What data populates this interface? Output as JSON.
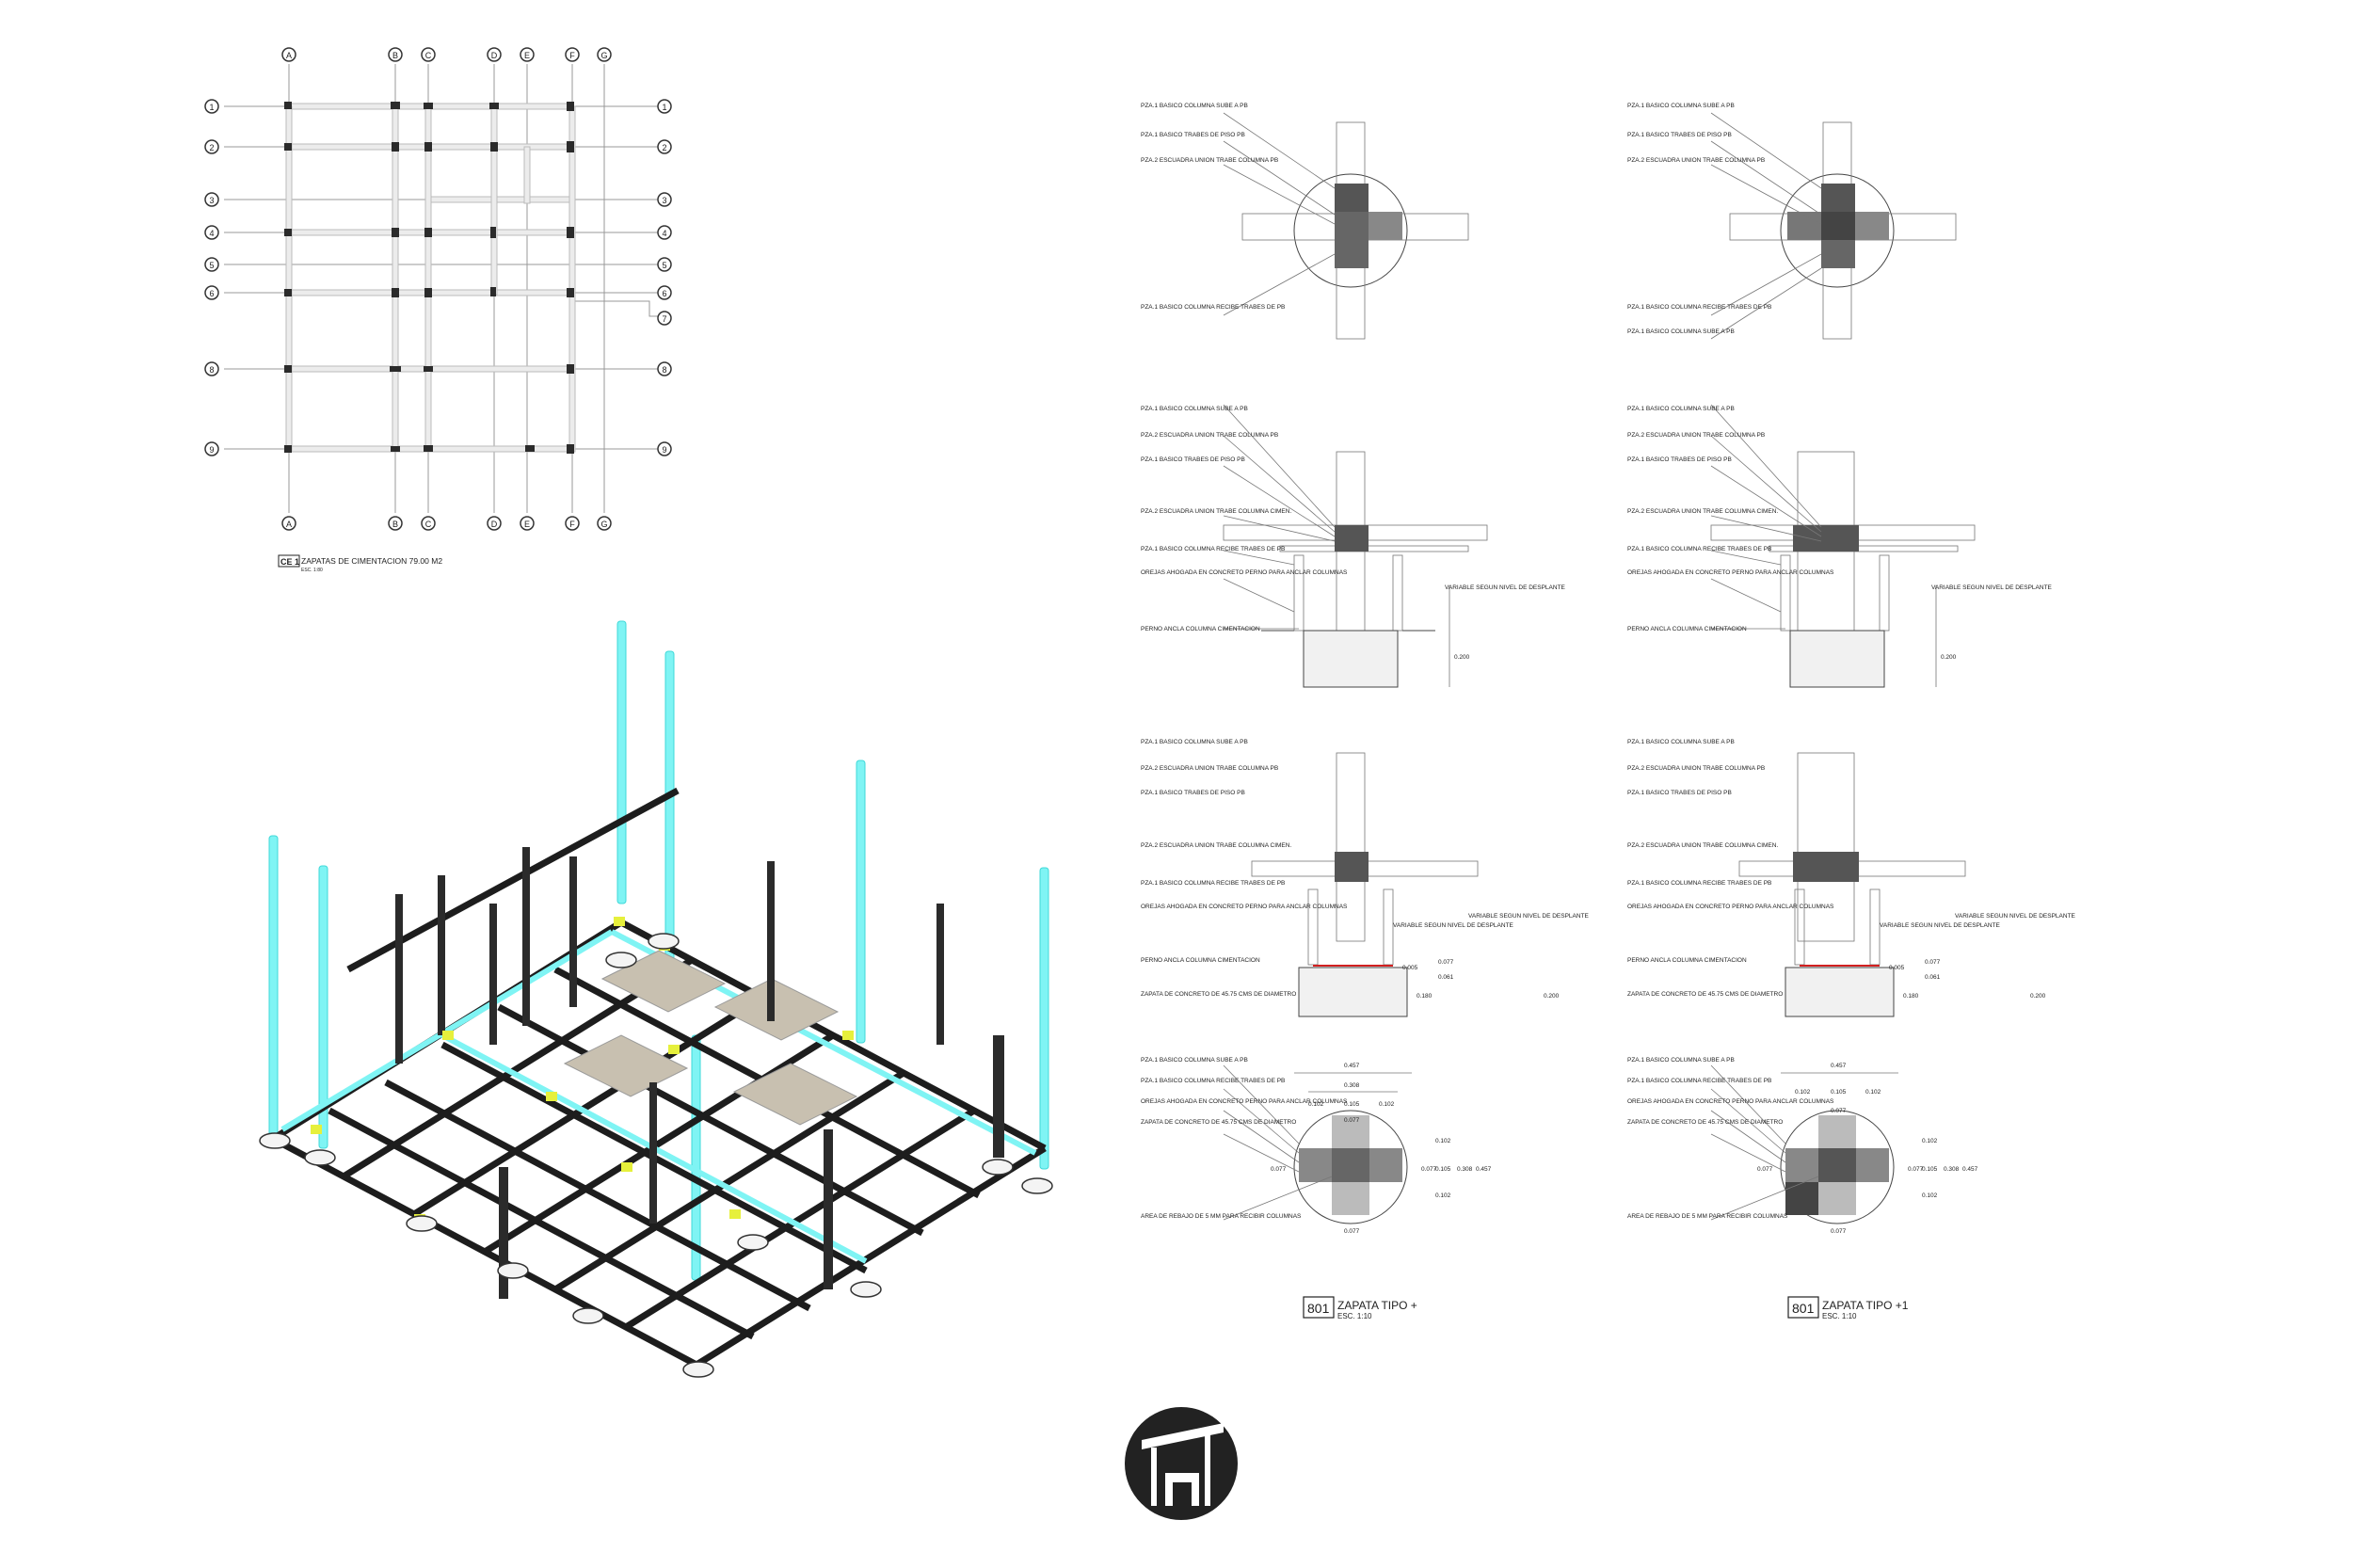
{
  "plan": {
    "grid_cols": [
      "A",
      "B",
      "C",
      "D",
      "E",
      "F",
      "G"
    ],
    "grid_rows_left": [
      "1",
      "2",
      "3",
      "4",
      "5",
      "6",
      "8",
      "9"
    ],
    "grid_rows_right": [
      "1",
      "2",
      "3",
      "4",
      "5",
      "6",
      "7",
      "8",
      "9"
    ],
    "title_code": "CE 1",
    "title": "ZAPATAS DE CIMENTACION 79.00 M2",
    "scale": "ESC. 1:80"
  },
  "labels": {
    "sube": "PZA.1  BASICO COLUMNA SUBE A PB",
    "trabes_piso": "PZA.1  BASICO TRABES DE PISO PB",
    "escuadra_pb": "PZA.2  ESCUADRA UNION TRABE COLUMNA PB",
    "recibe": "PZA.1  BASICO COLUMNA RECIBE TRABES DE PB",
    "escuadra_cimen": "PZA.2  ESCUADRA UNION TRABE COLUMNA CIMEN.",
    "orejas": "OREJAS AHOGADA EN CONCRETO PERNO PARA ANCLAR COLUMNAS",
    "perno": "PERNO ANCLA COLUMNA CIMENTACION",
    "zapata": "ZAPATA DE CONCRETO DE 45.75 CMS DE DIAMETRO",
    "area": "AREA DE REBAJO DE 5 MM PARA RECIBIR COLUMNAS",
    "variable": "VARIABLE SEGUN NIVEL DE DESPLANTE"
  },
  "dims": {
    "d200": "0.200",
    "d005": "0.005",
    "d077": "0.077",
    "d061": "0.061",
    "d180": "0.180",
    "d457": "0.457",
    "d308": "0.308",
    "d102": "0.102",
    "d105": "0.105"
  },
  "details": [
    {
      "code": "801",
      "title": "ZAPATA TIPO +",
      "scale": "ESC. 1:10"
    },
    {
      "code": "801",
      "title": "ZAPATA TIPO +1",
      "scale": "ESC. 1:10"
    }
  ],
  "colors": {
    "accent_cyan": "#7ff4f4",
    "highlight_yellow": "#e6f03c",
    "anchor_red": "#d22020"
  },
  "icons": {
    "logo": "house-roof-logo"
  }
}
